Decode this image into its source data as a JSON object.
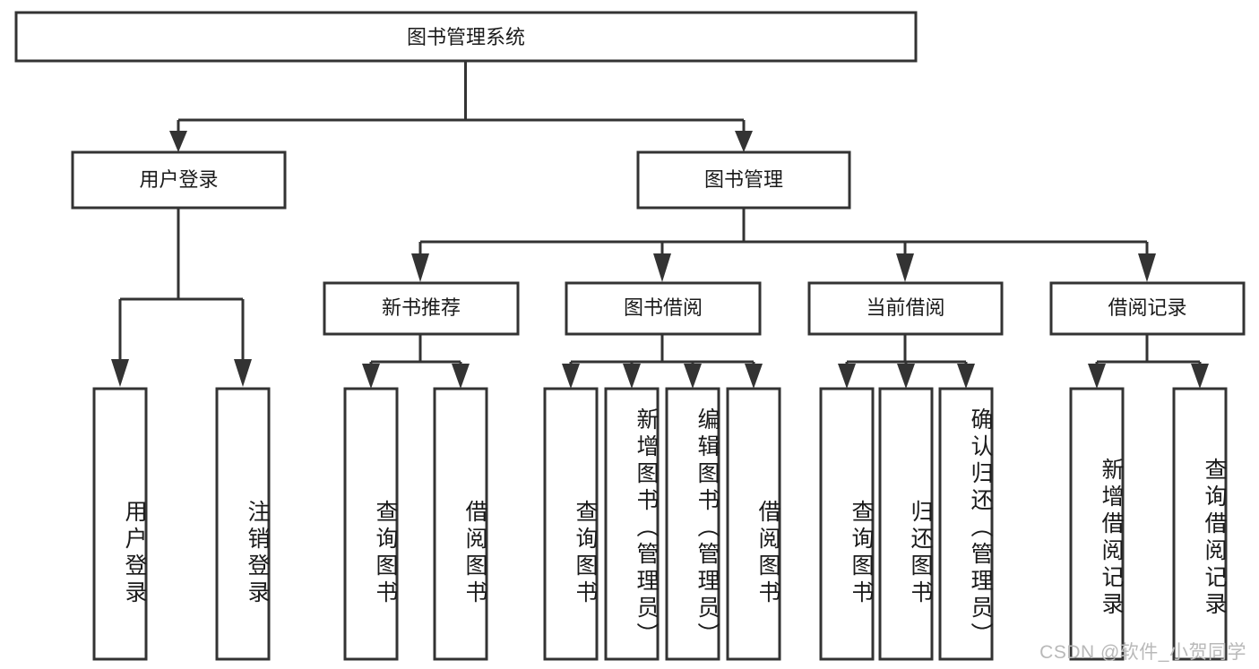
{
  "diagram": {
    "title": "图书管理系统",
    "watermark": "CSDN @软件_小贺同学",
    "root": {
      "label": "图书管理系统"
    },
    "level2": [
      {
        "label": "用户登录"
      },
      {
        "label": "图书管理"
      }
    ],
    "level3": [
      {
        "label": "新书推荐"
      },
      {
        "label": "图书借阅"
      },
      {
        "label": "当前借阅"
      },
      {
        "label": "借阅记录"
      }
    ],
    "leaves": {
      "user_login": [
        {
          "label": "用户登录"
        },
        {
          "label": "注销登录"
        }
      ],
      "new_book_recommend": [
        {
          "label": "查询图书"
        },
        {
          "label": "借阅图书"
        }
      ],
      "book_borrow": [
        {
          "label": "查询图书"
        },
        {
          "label": "新增图书（管理员）"
        },
        {
          "label": "编辑图书（管理员）"
        },
        {
          "label": "借阅图书"
        }
      ],
      "current_borrow": [
        {
          "label": "查询图书"
        },
        {
          "label": "归还图书"
        },
        {
          "label": "确认归还（管理员）"
        }
      ],
      "borrow_record": [
        {
          "label": "新增借阅记录"
        },
        {
          "label": "查询借阅记录"
        }
      ]
    },
    "colors": {
      "stroke": "#333333",
      "fill": "#ffffff",
      "text": "#1a1a1a",
      "watermark": "#b9b9b9"
    }
  }
}
